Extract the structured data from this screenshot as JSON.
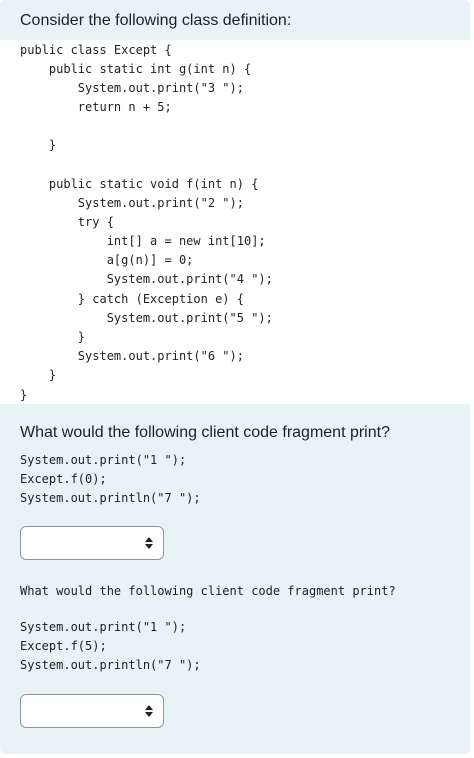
{
  "intro": "Consider the following class definition:",
  "class_code": [
    "public class Except {",
    "    public static int g(int n) {",
    "        System.out.print(\"3 \");",
    "        return n + 5;",
    "",
    "    }",
    "",
    "    public static void f(int n) {",
    "        System.out.print(\"2 \");",
    "        try {",
    "            int[] a = new int[10];",
    "            a[g(n)] = 0;",
    "            System.out.print(\"4 \");",
    "        } catch (Exception e) {",
    "            System.out.print(\"5 \");",
    "        }",
    "        System.out.print(\"6 \");",
    "    }",
    "}"
  ],
  "question1": {
    "prompt": "What would the following client code fragment print?",
    "code": [
      "System.out.print(\"1 \");",
      "Except.f(0);",
      "System.out.println(\"7 \");"
    ],
    "answer": ""
  },
  "question2": {
    "prompt": "What would the following client code fragment print?",
    "code": [
      "System.out.print(\"1 \");",
      "Except.f(5);",
      "System.out.println(\"7 \");"
    ],
    "answer": ""
  }
}
